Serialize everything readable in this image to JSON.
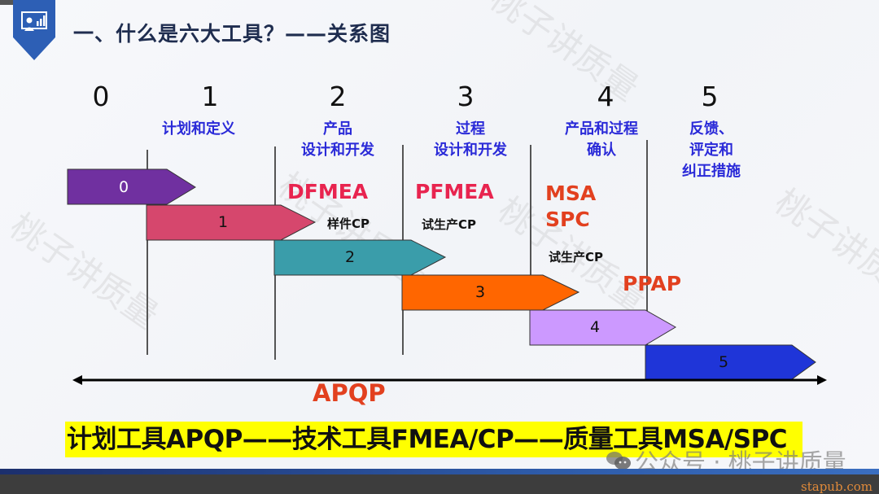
{
  "header": {
    "title": "一、什么是六大工具？——关系图",
    "icon": "presentation-chart-icon"
  },
  "phases": [
    {
      "num": "0",
      "label": ""
    },
    {
      "num": "1",
      "label": "计划和定义"
    },
    {
      "num": "2",
      "label_line1": "产品",
      "label_line2": "设计和开发"
    },
    {
      "num": "3",
      "label_line1": "过程",
      "label_line2": "设计和开发"
    },
    {
      "num": "4",
      "label_line1": "产品和过程",
      "label_line2": "确认"
    },
    {
      "num": "5",
      "label_line1": "反馈、",
      "label_line2": "评定和",
      "label_line3": "纠正措施"
    }
  ],
  "bars": [
    {
      "label": "0",
      "color": "#7030a0"
    },
    {
      "label": "1",
      "color": "#d6476d"
    },
    {
      "label": "2",
      "color": "#3a9daa"
    },
    {
      "label": "3",
      "color": "#ff6600"
    },
    {
      "label": "4",
      "color": "#cc99ff"
    },
    {
      "label": "5",
      "color": "#1f35d8"
    }
  ],
  "tools": {
    "dfmea": "DFMEA",
    "pfmea": "PFMEA",
    "msa": "MSA",
    "spc": "SPC",
    "ppap": "PPAP",
    "sample_cp": "样件CP",
    "trial_cp_1": "试生产CP",
    "trial_cp_2": "试生产CP"
  },
  "axis": {
    "label": "APQP"
  },
  "summary": {
    "text": "计划工具APQP——技术工具FMEA/CP——质量工具MSA/SPC"
  },
  "watermark": {
    "text": "公众号 · 桃子讲质量",
    "diagonal": "桃子讲质量"
  },
  "footer": {
    "site": "stapub.com"
  },
  "colors": {
    "title": "#1f2d4f",
    "phase_label": "#2a2ad8",
    "tool_red": "#e8244f",
    "tool_orange": "#e2401f",
    "highlight": "#ffff00",
    "badge": "#2d5fb5"
  }
}
